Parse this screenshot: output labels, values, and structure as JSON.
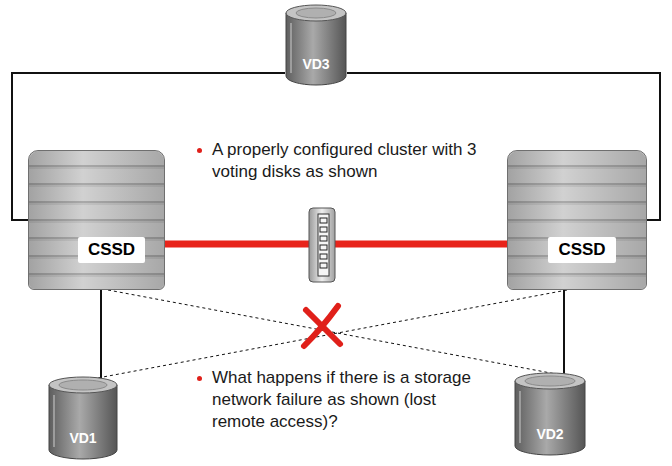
{
  "diagram": {
    "nodes": [
      {
        "text": [
          "VD3"
        ]
      },
      {
        "text": [
          "CSSD"
        ]
      },
      {
        "text": [
          "CSSD"
        ]
      },
      {
        "text": [
          "VD1"
        ]
      },
      {
        "text": [
          "VD2"
        ]
      }
    ],
    "edges": [
      {
        "from": 0,
        "to": 1,
        "arrow": "none"
      },
      {
        "from": 0,
        "to": 2,
        "arrow": "none"
      },
      {
        "from": 1,
        "to": 2,
        "arrow": "none"
      },
      {
        "from": 1,
        "to": 3,
        "arrow": "none"
      },
      {
        "from": 2,
        "to": 4,
        "arrow": "none"
      },
      {
        "from": 1,
        "to": 4,
        "arrow": "none"
      },
      {
        "from": 2,
        "to": 3,
        "arrow": "none"
      }
    ],
    "labels": [
      "A properly configured cluster with 3 voting disks as shown",
      "What happens if there is a storage network failure as shown (lost remote access)?"
    ]
  }
}
